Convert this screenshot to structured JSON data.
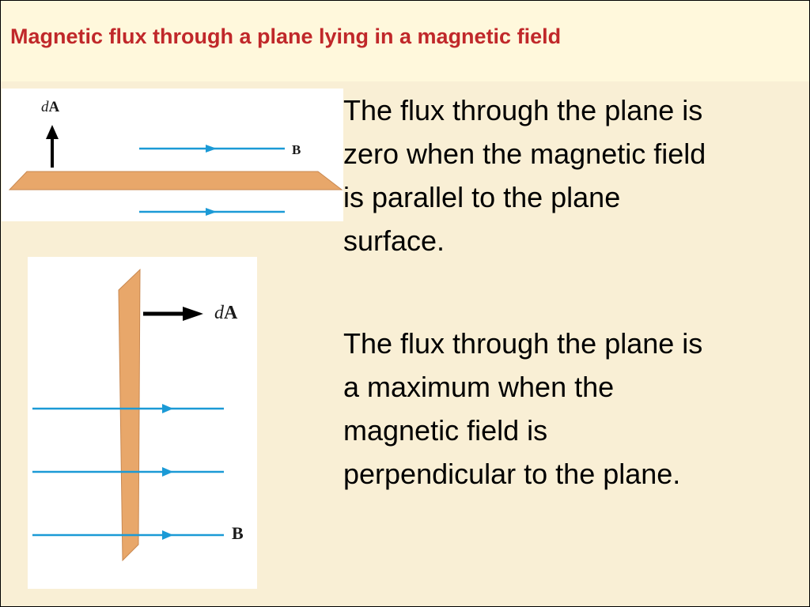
{
  "title": "Magnetic flux through a plane lying in a magnetic field",
  "colors": {
    "title_text": "#c0282a",
    "title_bar": "#fff8dc",
    "content_bg": "#f9efd5",
    "plane": "#e8a76a",
    "plane_edge": "#b8743c",
    "field_lines": "#1b9ad6",
    "area_vector": "#000000"
  },
  "figures": {
    "parallel": {
      "area_vector_symbol": "d",
      "area_vector_letter": "A",
      "field_label": "B"
    },
    "perpendicular": {
      "area_vector_symbol": "d",
      "area_vector_letter": "A",
      "field_label": "B"
    }
  },
  "text": {
    "parallel_caption": "The flux through the plane is\nzero when the magnetic field\nis parallel to the plane\nsurface.",
    "perpendicular_caption": "The flux through the plane is\na maximum when the\nmagnetic field is\nperpendicular to the plane."
  }
}
